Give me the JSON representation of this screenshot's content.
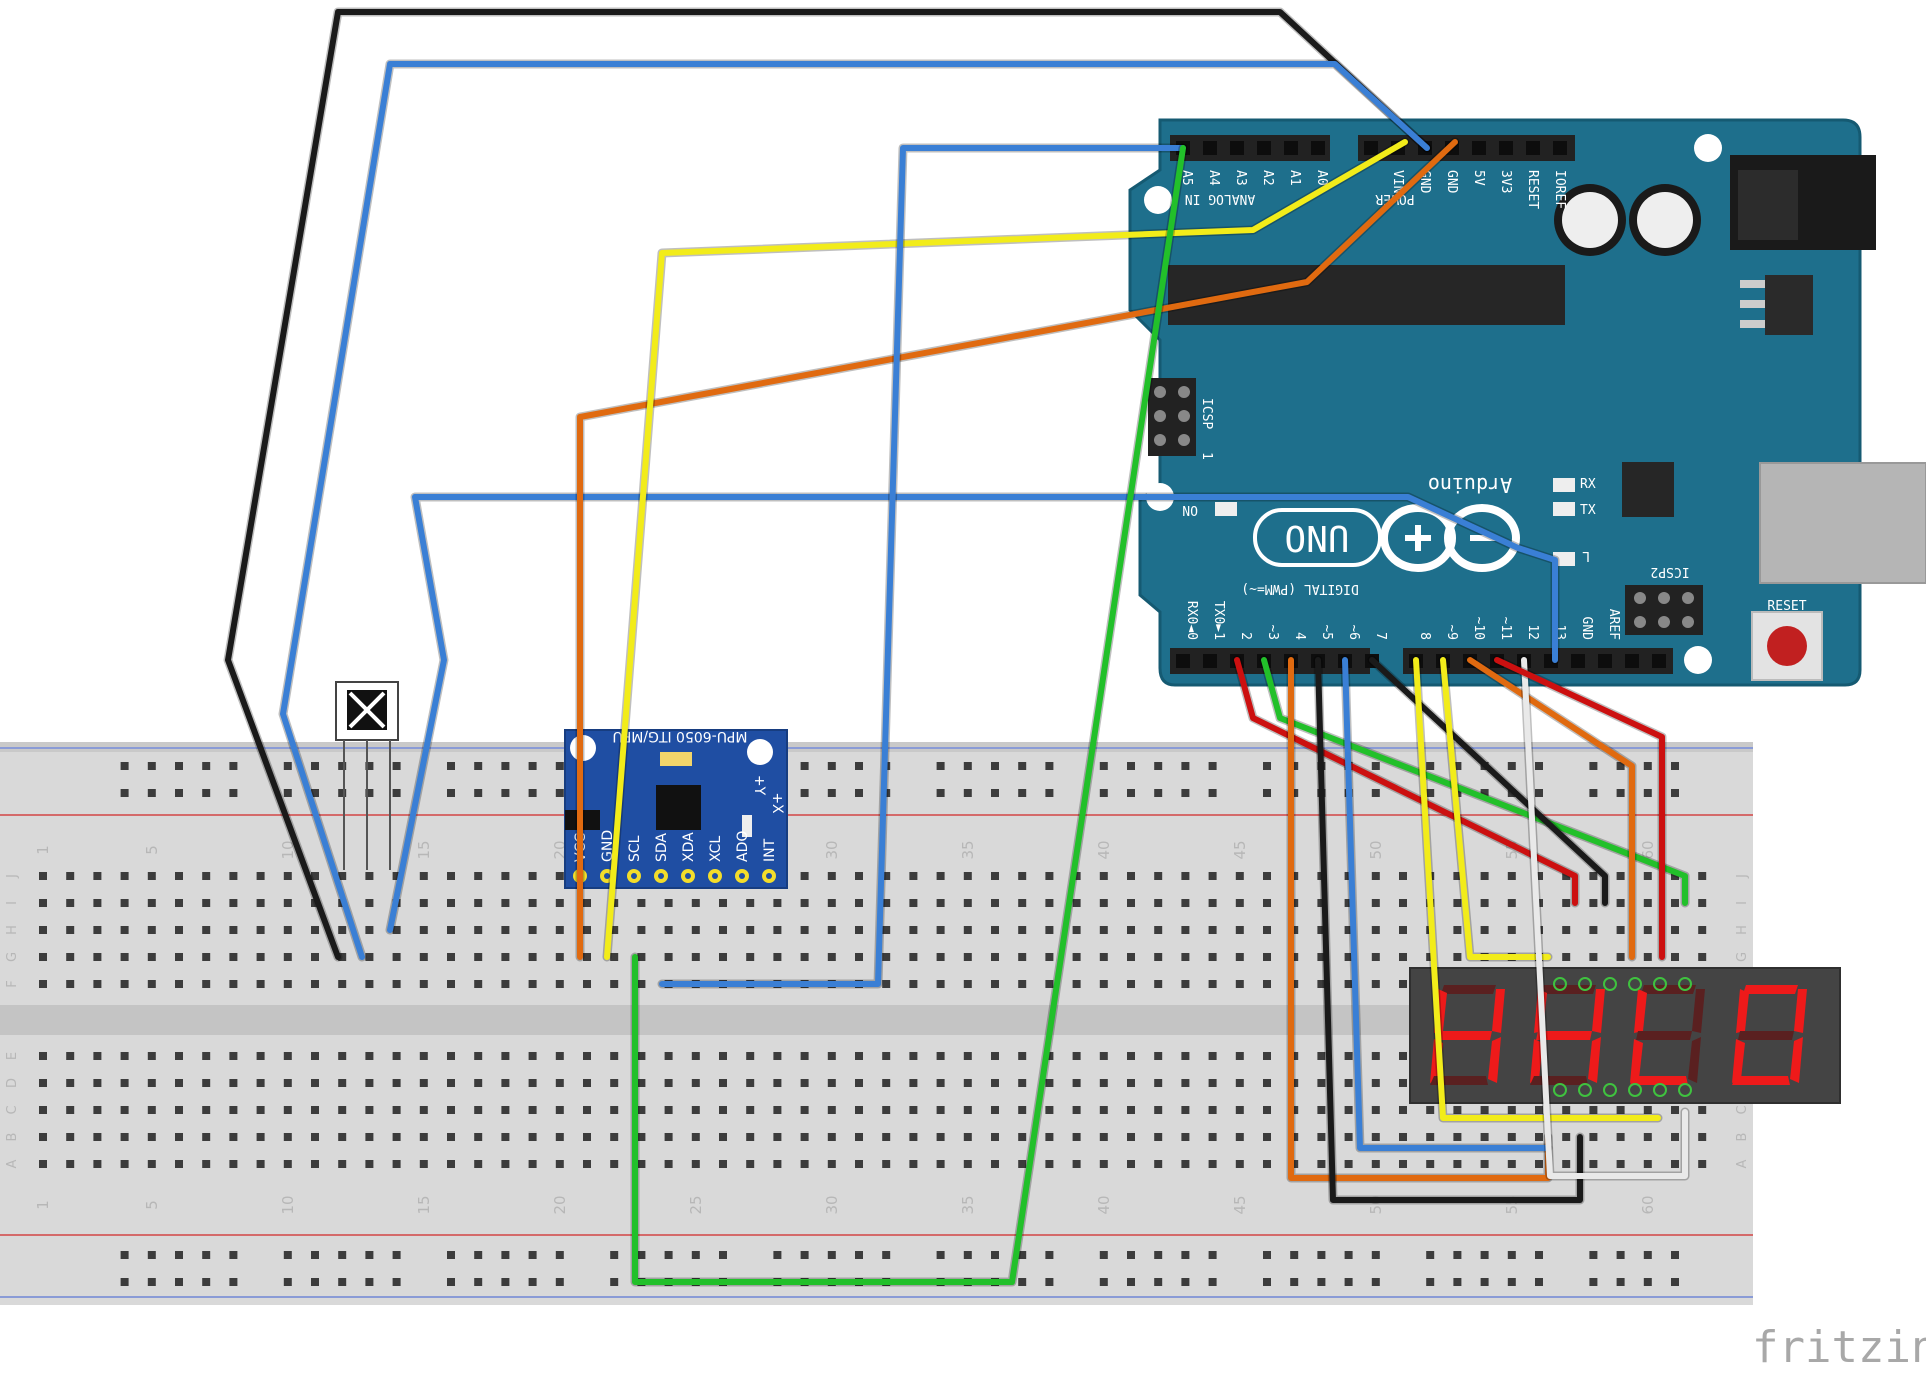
{
  "watermark": "fritzing",
  "arduino": {
    "brand": "Arduino",
    "model": "UNO",
    "on_label": "ON",
    "rx_label": "RX",
    "tx_label": "TX",
    "l_label": "L",
    "icsp_label": "ICSP",
    "icsp2_label": "ICSP2",
    "reset_label": "RESET",
    "icsp_pin1": "1",
    "digital_label": "DIGITAL (PWM=~)",
    "analog_label": "ANALOG IN",
    "power_label": "POWER",
    "analog_pins": [
      "A5",
      "A4",
      "A3",
      "A2",
      "A1",
      "A0"
    ],
    "power_pins": [
      "VIN",
      "GND",
      "GND",
      "5V",
      "3V3",
      "RESET",
      "IOREF"
    ],
    "digital_pins": [
      "RX0◄0",
      "TX0►1",
      "2",
      "~3",
      "4",
      "~5",
      "~6",
      "7",
      "8",
      "~9",
      "~10",
      "~11",
      "12",
      "13",
      "GND",
      "AREF"
    ]
  },
  "mpu": {
    "title": "MPU-6050 ITG/MPU",
    "pins": [
      "VCC",
      "GND",
      "SCL",
      "SDA",
      "XDA",
      "XCL",
      "ADO",
      "INT"
    ],
    "axis_y": "+Y",
    "axis_x": "+X"
  },
  "breadboard": {
    "column_labels": [
      "1",
      "5",
      "10",
      "15",
      "20",
      "25",
      "30",
      "35",
      "40",
      "45",
      "50",
      "55",
      "60"
    ],
    "top_rows": [
      "J",
      "I",
      "H",
      "G",
      "F"
    ],
    "bottom_rows": [
      "E",
      "D",
      "C",
      "B",
      "A"
    ]
  },
  "display": {
    "digits": [
      "H",
      "H",
      "L",
      "0"
    ]
  },
  "wire_colors": {
    "black": "#1a1a1a",
    "blue": "#3a7fd5",
    "yellow": "#f2ec1a",
    "orange": "#e06a10",
    "green": "#22c02a",
    "red": "#cc1010",
    "white": "#e9e9e9"
  },
  "board_colors": {
    "arduino": "#1e6f8c",
    "mpu": "#1f4ea3",
    "display_body": "#444444",
    "segment_on": "#ee1a1a",
    "segment_off": "#5a2020"
  }
}
